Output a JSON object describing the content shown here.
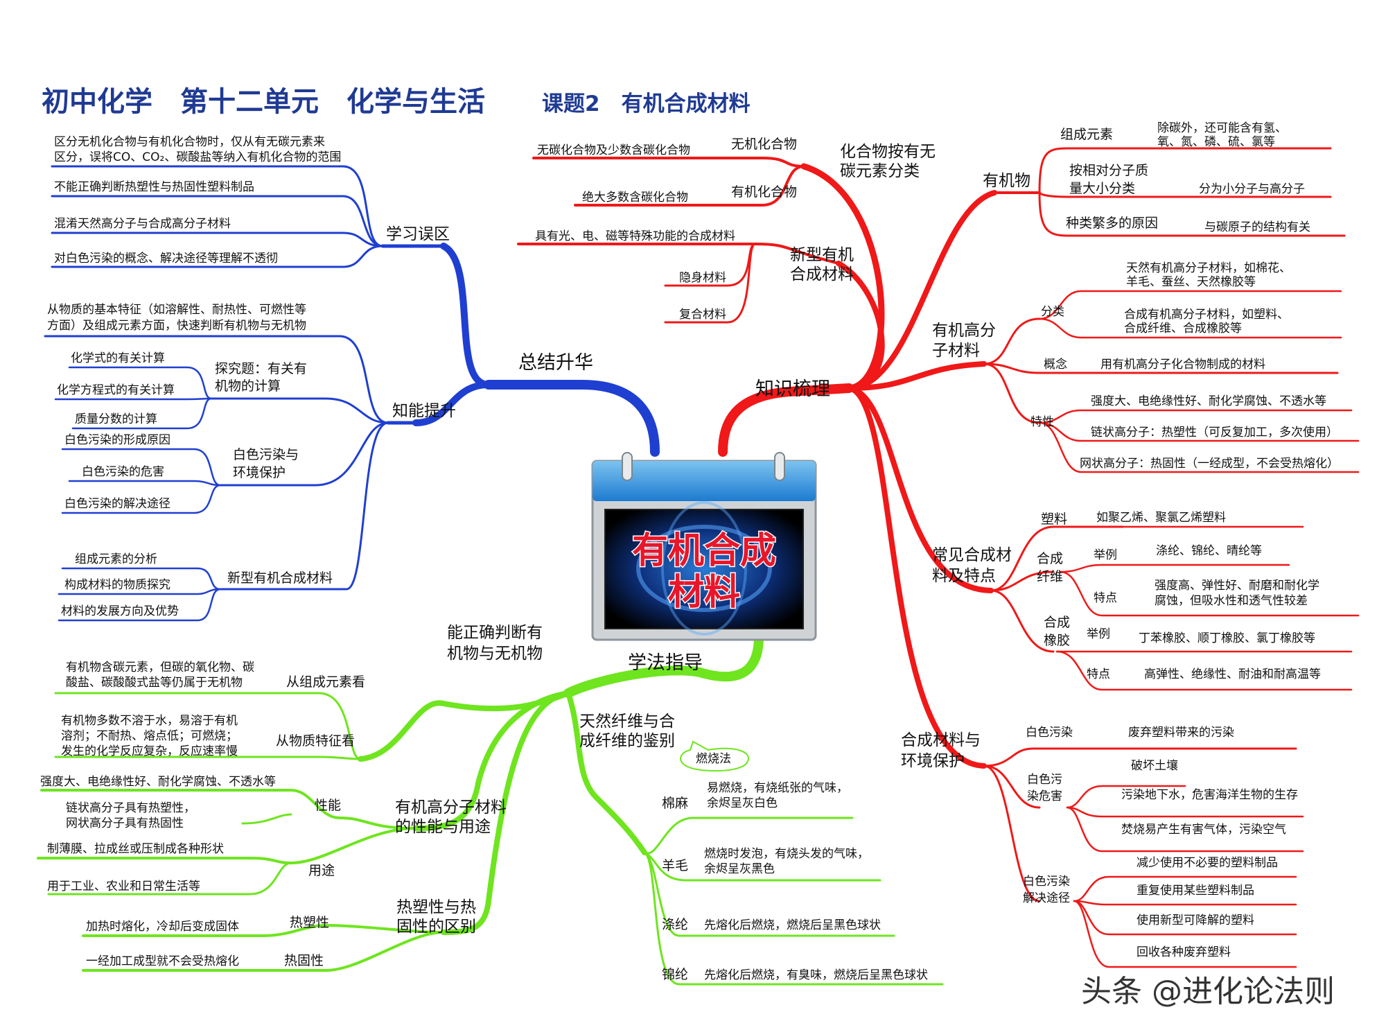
{
  "title": {
    "line": "初中化学　第十二单元　化学与生活",
    "sub": "课题2　有机合成材料"
  },
  "center": {
    "l1": "有机合成",
    "l2": "材料"
  },
  "colors": {
    "blue": "#1f3fd1",
    "red": "#f01818",
    "green": "#6ee51e",
    "title": "#1f3a93"
  },
  "branches": {
    "zongjie": {
      "label": "总结升华",
      "xuexi": {
        "label": "学习误区",
        "items": [
          [
            "区分无机化合物与有机化合物时，仅从有无碳元素来",
            "区分，误将CO、CO₂、碳酸盐等纳入有机化合物的范围"
          ],
          [
            "不能正确判断热塑性与热固性塑料制品"
          ],
          [
            "混淆天然高分子与合成高分子材料"
          ],
          [
            "对白色污染的概念、解决途径等理解不透彻"
          ]
        ]
      },
      "zhineng": {
        "label": "知能提升",
        "top": [
          "从物质的基本特征（如溶解性、耐热性、可燃性等",
          "方面）及组成元素方面，快速判断有机物与无机物"
        ],
        "tanjiu": {
          "label": [
            "探究题：有关有",
            "机物的计算"
          ],
          "items": [
            "化学式的有关计算",
            "化学方程式的有关计算",
            "质量分数的计算"
          ]
        },
        "baise": {
          "label": [
            "白色污染与",
            "环境保护"
          ],
          "items": [
            "白色污染的形成原因",
            "白色污染的危害",
            "白色污染的解决途径"
          ]
        },
        "xinxing": {
          "label": "新型有机合成材料",
          "items": [
            "组成元素的分析",
            "构成材料的物质探究",
            "材料的发展方向及优势"
          ]
        }
      }
    },
    "zhishi": {
      "label": "知识梳理",
      "fenlei": {
        "label": [
          "化合物按有无",
          "碳元素分类"
        ],
        "items": [
          {
            "name": "无机化合物",
            "desc": "无碳化合物及少数含碳化合物"
          },
          {
            "name": "有机化合物",
            "desc": "绝大多数含碳化合物"
          }
        ]
      },
      "xinxing": {
        "label": [
          "新型有机",
          "合成材料"
        ],
        "items": [
          "具有光、电、磁等特殊功能的合成材料",
          "隐身材料",
          "复合材料"
        ]
      },
      "youjiwu": {
        "label": "有机物",
        "items": [
          {
            "name": "组成元素",
            "desc": [
              "除碳外，还可能含有氢、",
              "氧、氮、磷、硫、氯等"
            ]
          },
          {
            "name": [
              "按相对分子质",
              "量大小分类"
            ],
            "desc": [
              "分为小分子与高分子"
            ]
          },
          {
            "name": "种类繁多的原因",
            "desc": [
              "与碳原子的结构有关"
            ]
          }
        ]
      },
      "gaofenzi": {
        "label": [
          "有机高分",
          "子材料"
        ],
        "fenlei": {
          "label": "分类",
          "items": [
            [
              "天然有机高分子材料，如棉花、",
              "羊毛、蚕丝、天然橡胶等"
            ],
            [
              "合成有机高分子材料，如塑料、",
              "合成纤维、合成橡胶等"
            ]
          ]
        },
        "gainian": {
          "label": "概念",
          "desc": "用有机高分子化合物制成的材料"
        },
        "texing": {
          "label": "特性",
          "items": [
            "强度大、电绝缘性好、耐化学腐蚀、不透水等",
            "链状高分子：热塑性（可反复加工，多次使用）",
            "网状高分子：热固性（一经成型，不会受热熔化）"
          ]
        }
      },
      "changjian": {
        "label": [
          "常见合成材",
          "料及特点"
        ],
        "suliao": {
          "label": "塑料",
          "desc": "如聚乙烯、聚氯乙烯塑料"
        },
        "xianwei": {
          "label": [
            "合成",
            "纤维"
          ],
          "juli_label": "举例",
          "juli": "涤纶、锦纶、晴纶等",
          "tedian_label": "特点",
          "tedian": [
            "强度高、弹性好、耐磨和耐化学",
            "腐蚀，但吸水性和透气性较差"
          ]
        },
        "xiangjiao": {
          "label": [
            "合成",
            "橡胶"
          ],
          "juli_label": "举例",
          "juli": "丁苯橡胶、顺丁橡胶、氯丁橡胶等",
          "tedian_label": "特点",
          "tedian": "高弹性、绝缘性、耐油和耐高温等"
        }
      },
      "huanjing": {
        "label": [
          "合成材料与",
          "环境保护"
        ],
        "baise": {
          "label": "白色污染",
          "desc": "废弃塑料带来的污染"
        },
        "weihai": {
          "label": [
            "白色污",
            "染危害"
          ],
          "items": [
            "破坏土壤",
            "污染地下水，危害海洋生物的生存",
            "焚烧易产生有害气体，污染空气"
          ]
        },
        "jiejue": {
          "label": [
            "白色污染",
            "解决途径"
          ],
          "items": [
            "减少使用不必要的塑料制品",
            "重复使用某些塑料制品",
            "使用新型可降解的塑料",
            "回收各种废弃塑料"
          ]
        }
      }
    },
    "xuefa": {
      "label": "学法指导",
      "panduan": {
        "label": [
          "能正确判断有",
          "机物与无机物"
        ],
        "zucheng": {
          "label": "从组成元素看",
          "desc": [
            "有机物含碳元素，但碳的氧化物、碳",
            "酸盐、碳酸酸式盐等仍属于无机物"
          ]
        },
        "texing": {
          "label": "从物质特征看",
          "desc": [
            "有机物多数不溶于水，易溶于有机",
            "溶剂；不耐热、熔点低；可燃烧；",
            "发生的化学反应复杂，反应速率慢"
          ]
        }
      },
      "xingneng": {
        "label": [
          "有机高分子材料",
          "的性能与用途"
        ],
        "xn": {
          "label": "性能",
          "items": [
            [
              "强度大、电绝缘性好、耐化学腐蚀、不透水等"
            ],
            [
              "链状高分子具有热塑性，",
              "网状高分子具有热固性"
            ]
          ]
        },
        "yt": {
          "label": "用途",
          "items": [
            "制薄膜、拉成丝或压制成各种形状",
            "用于工业、农业和日常生活等"
          ]
        }
      },
      "resu": {
        "label": [
          "热塑性与热",
          "固性的区别"
        ],
        "rs": {
          "label": "热塑性",
          "desc": "加热时熔化，冷却后变成固体"
        },
        "rg": {
          "label": "热固性",
          "desc": "一经加工成型就不会受热熔化"
        }
      },
      "jianbie": {
        "label": [
          "天然纤维与合",
          "成纤维的鉴别"
        ],
        "bubble": "燃烧法",
        "items": [
          {
            "name": "棉麻",
            "desc": [
              "易燃烧，有烧纸张的气味，",
              "余烬呈灰白色"
            ]
          },
          {
            "name": "羊毛",
            "desc": [
              "燃烧时发泡，有烧头发的气味，",
              "余烬呈灰黑色"
            ]
          },
          {
            "name": "涤纶",
            "desc": [
              "先熔化后燃烧，燃烧后呈黑色球状"
            ]
          },
          {
            "name": "锦纶",
            "desc": [
              "先熔化后燃烧，有臭味，燃烧后呈黑色球状"
            ]
          }
        ]
      }
    }
  },
  "watermark": "头条 @进化论法则"
}
